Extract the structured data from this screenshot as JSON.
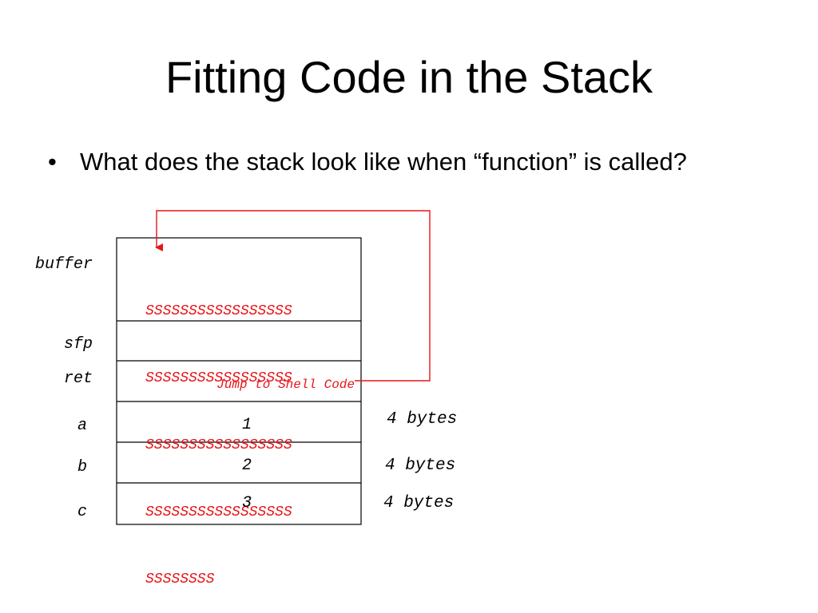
{
  "slide": {
    "title": "Fitting Code in the Stack",
    "bullet": "What does the stack look like when “function” is called?"
  },
  "stack": {
    "labels": {
      "buffer": "buffer",
      "sfp": "sfp",
      "ret": "ret",
      "a": "a",
      "b": "b",
      "c": "c"
    },
    "shellcode_lines": [
      "SSSSSSSSSSSSSSSSS",
      "SSSSSSSSSSSSSSSSS",
      "SSSSSSSSSSSSSSSSS",
      "SSSSSSSSSSSSSSSSS",
      "SSSSSSSS"
    ],
    "ret_value": "Jump to Shell Code",
    "a_value": "1",
    "b_value": "2",
    "c_value": "3",
    "size_notes": [
      "4 bytes",
      "4 bytes",
      "4 bytes"
    ]
  },
  "colors": {
    "shellcode": "#e8141a",
    "arrow": "#e8141a",
    "border": "#000000"
  }
}
